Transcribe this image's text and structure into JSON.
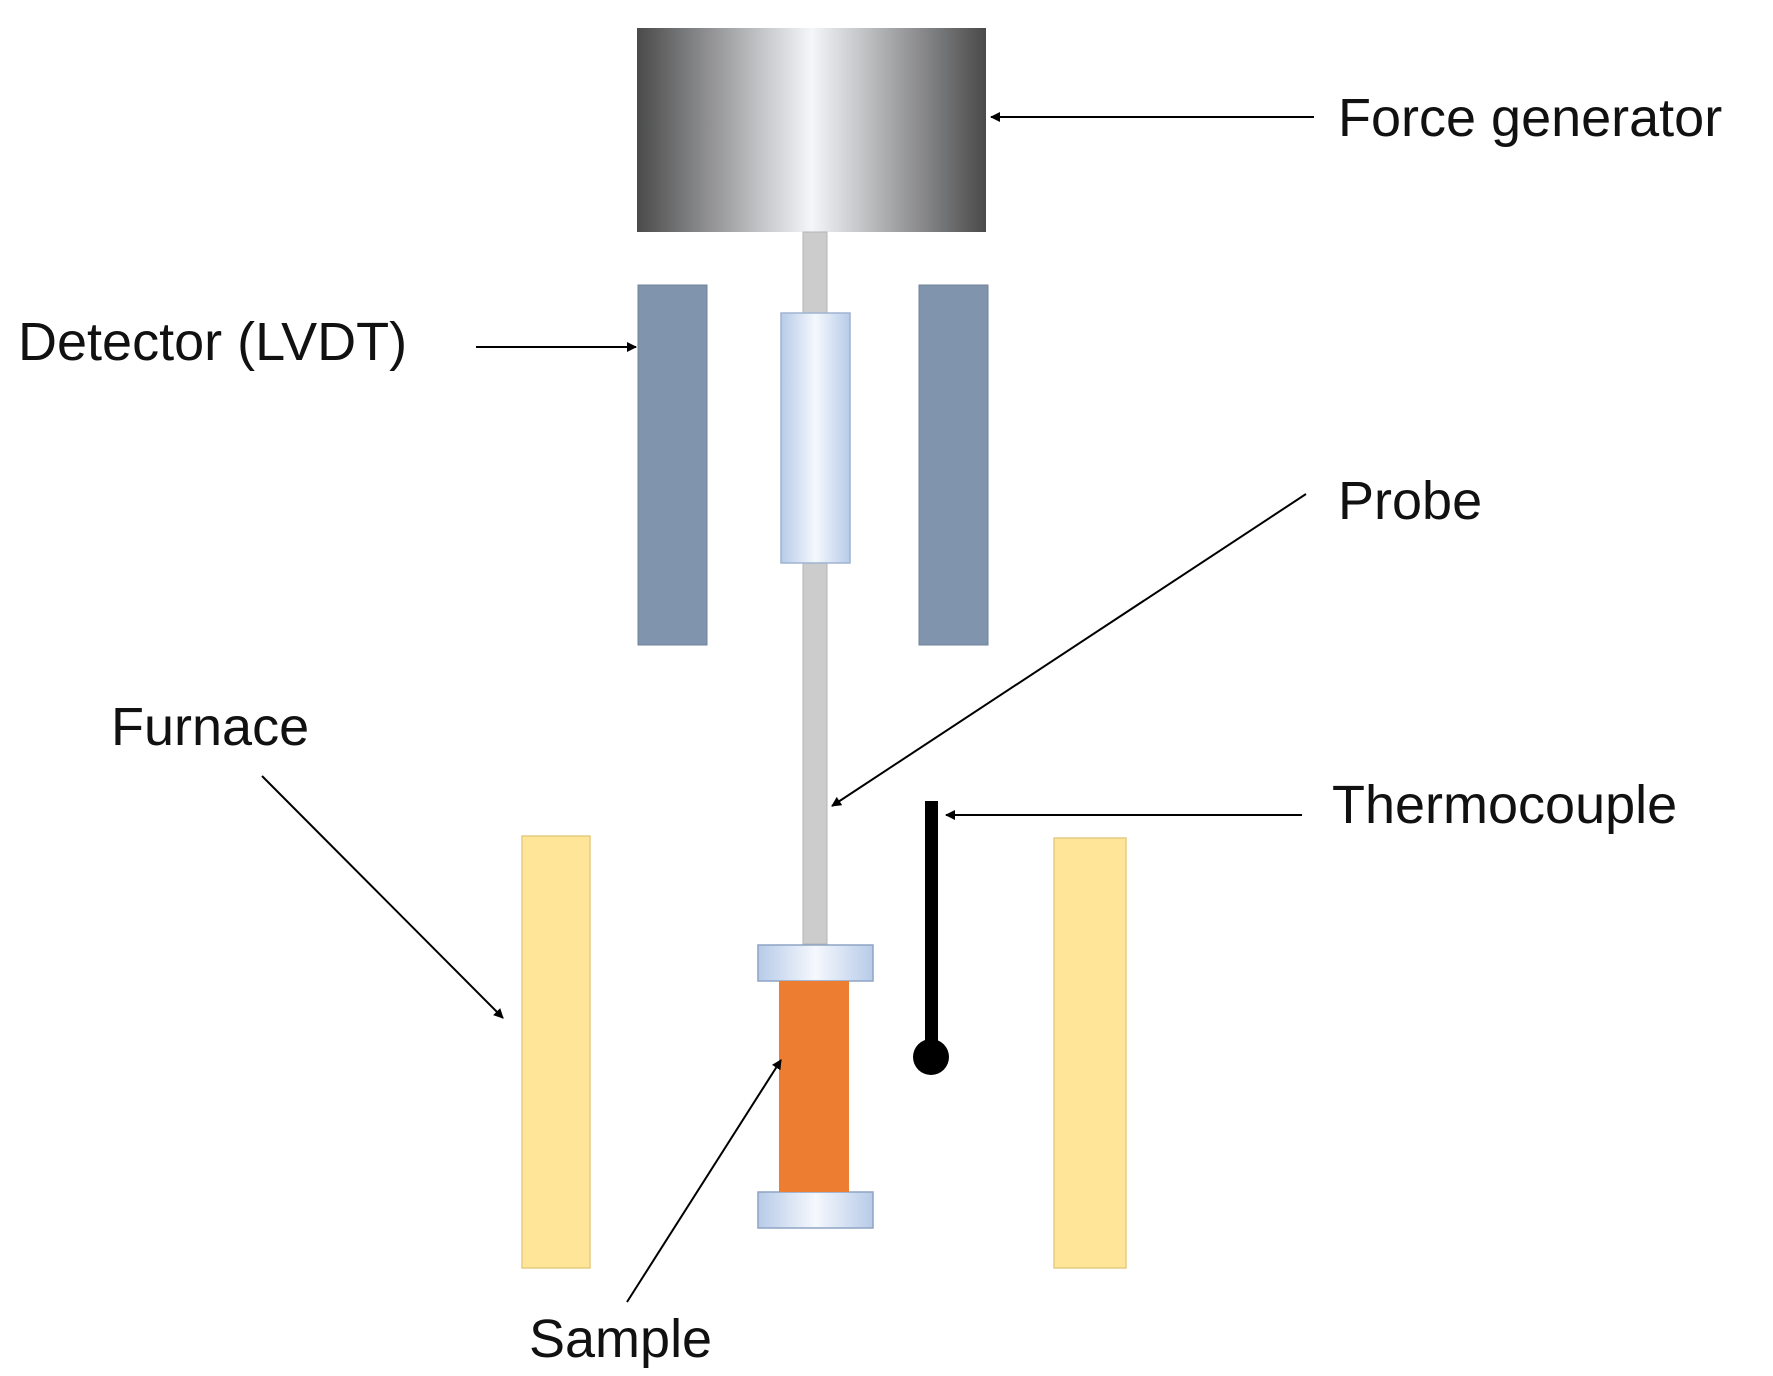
{
  "labels": {
    "force_generator": "Force generator",
    "detector": "Detector (LVDT)",
    "probe": "Probe",
    "furnace": "Furnace",
    "thermocouple": "Thermocouple",
    "sample": "Sample"
  },
  "colors": {
    "force_generator_dark": "#4a4a4a",
    "force_generator_light": "#f4f6fa",
    "detector_coil": "#8094ad",
    "probe_rod": "#cccccc",
    "core_light": "#f5f8fd",
    "core_blue": "#b7cbe8",
    "furnace": "#ffe598",
    "sample": "#ed7d31",
    "thermocouple": "#000000"
  }
}
